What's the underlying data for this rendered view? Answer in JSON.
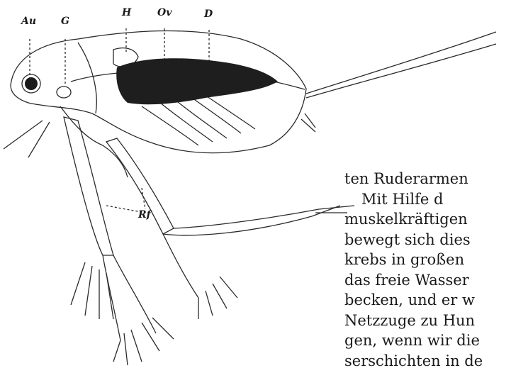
{
  "figure": {
    "labels": {
      "au": "Au",
      "g": "G",
      "h": "H",
      "ov": "Ov",
      "d": "D",
      "rf": "Rf"
    }
  },
  "text": {
    "lines": [
      "ten Ruderarmen",
      "Mit Hilfe d",
      "muskelkräftigen",
      "bewegt sich dies",
      "krebs in großen",
      "das freie Wasser",
      "becken, und er w",
      "Netzzuge zu Hun",
      "gen, wenn wir die",
      "serschichten in de"
    ]
  }
}
